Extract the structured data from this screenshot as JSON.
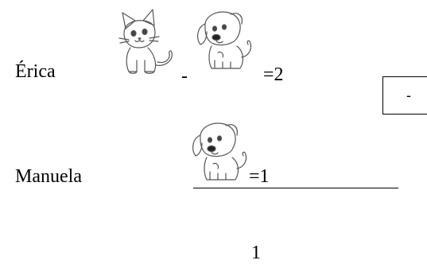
{
  "row1": {
    "name": "Érica",
    "minus": "-",
    "result": "=2",
    "icon_a": "kitten-icon",
    "icon_b": "puppy-icon"
  },
  "box": {
    "label": "-"
  },
  "row2": {
    "name": "Manuela",
    "result": "=1",
    "icon": "puppy-icon"
  },
  "page_number": "1"
}
